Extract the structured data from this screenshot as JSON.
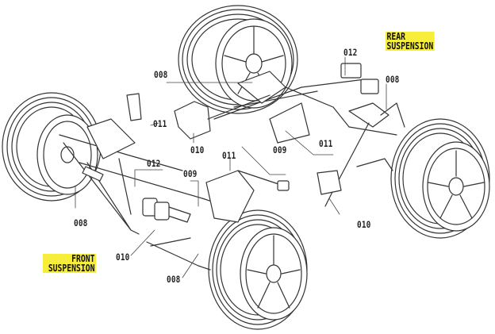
{
  "diagram": {
    "title": "Suspension parts diagram",
    "highlight_color": "#f6ee3a",
    "line_color": "#333333",
    "sections": {
      "rear": {
        "line1": "REAR",
        "line2": "SUSPENSION"
      },
      "front": {
        "line1": "FRONT",
        "line2": "SUSPENSION"
      }
    },
    "callouts": [
      {
        "id": "rear-008-upper",
        "label": "008"
      },
      {
        "id": "rear-012",
        "label": "012"
      },
      {
        "id": "rear-008-right",
        "label": "008"
      },
      {
        "id": "rear-011-left",
        "label": "011"
      },
      {
        "id": "rear-010-left",
        "label": "010"
      },
      {
        "id": "rear-009",
        "label": "009"
      },
      {
        "id": "rear-011-center",
        "label": "011"
      },
      {
        "id": "front-011",
        "label": "011"
      },
      {
        "id": "front-012",
        "label": "012"
      },
      {
        "id": "front-009",
        "label": "009"
      },
      {
        "id": "rear-010-right",
        "label": "010"
      },
      {
        "id": "front-008-left",
        "label": "008"
      },
      {
        "id": "front-010",
        "label": "010"
      },
      {
        "id": "front-008-bottom",
        "label": "008"
      }
    ]
  }
}
